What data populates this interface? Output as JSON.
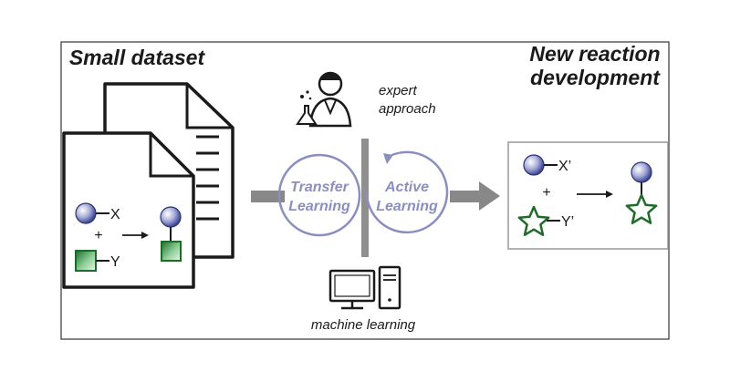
{
  "titles": {
    "left": "Small dataset",
    "right_line1": "New reaction",
    "right_line2": "development"
  },
  "labels": {
    "expert_line1": "expert",
    "expert_line2": "approach",
    "ml": "machine learning"
  },
  "cycle": {
    "left_line1": "Transfer",
    "left_line2": "Learning",
    "right_line1": "Active",
    "right_line2": "Learning"
  },
  "reaction_left": {
    "x": "X",
    "plus": "+",
    "y": "Y"
  },
  "reaction_right": {
    "x": "X’",
    "plus": "+",
    "y": "Y’"
  },
  "icons": [
    "scientist-icon",
    "computer-icon",
    "document-icon"
  ],
  "colors": {
    "cycle": "#8a8fc0",
    "arrow": "#888888",
    "green": "#2e7d32",
    "sphere": "#4a56b0"
  }
}
